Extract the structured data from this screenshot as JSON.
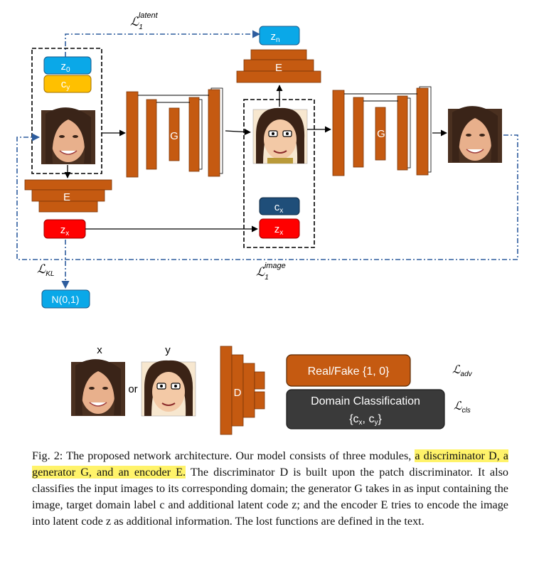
{
  "colors": {
    "orange": "#c55a11",
    "blue": "#0aa8e8",
    "yellow": "#ffc000",
    "red": "#ff0000",
    "navy": "#1f4e79",
    "dark": "#3a3a3a",
    "dash_blue": "#2e5d9e"
  },
  "diagram": {
    "loss_latent": "ℒ₁^latent",
    "loss_latent_main": "ℒ",
    "loss_latent_sub": "1",
    "loss_latent_sup": "latent",
    "loss_image_main": "ℒ",
    "loss_image_sub": "1",
    "loss_image_sup": "image",
    "loss_kl_main": "ℒ",
    "loss_kl_sub": "KL",
    "z0": "z",
    "z0_sub": "0",
    "cy": "c",
    "cy_sub": "y",
    "zn": "z",
    "zn_sub": "n",
    "encoder1": "E",
    "encoder2": "E",
    "generator1": "G",
    "generator2": "G",
    "zx1": "z",
    "zx1_sub": "x",
    "zx2": "z",
    "zx2_sub": "x",
    "cx": "c",
    "cx_sub": "x",
    "normal": "N(0,1)"
  },
  "discriminator": {
    "x_label": "x",
    "y_label": "y",
    "or_label": "or",
    "d_label": "D",
    "real_fake": "Real/Fake {1, 0}",
    "domain_cls_line1": "Domain Classification",
    "domain_cls_line2_pre": "{c",
    "domain_cls_line2_sub1": "x",
    "domain_cls_line2_mid": ", c",
    "domain_cls_line2_sub2": "y",
    "domain_cls_line2_post": "}",
    "loss_adv_main": "ℒ",
    "loss_adv_sub": "adv",
    "loss_cls_main": "ℒ",
    "loss_cls_sub": "cls"
  },
  "caption": {
    "part1": "Fig. 2: The proposed network architecture. Our model consists of three modules, ",
    "highlight": "a discriminator D, a generator G, and an encoder E.",
    "part2": " The discriminator D is built upon the patch discriminator. It also classifies the input images to its corresponding domain; the generator G takes in as input containing the image, target domain label c and additional latent code z; and the encoder E tries to encode the image into latent code z as additional information. The lost functions are defined in the text."
  }
}
